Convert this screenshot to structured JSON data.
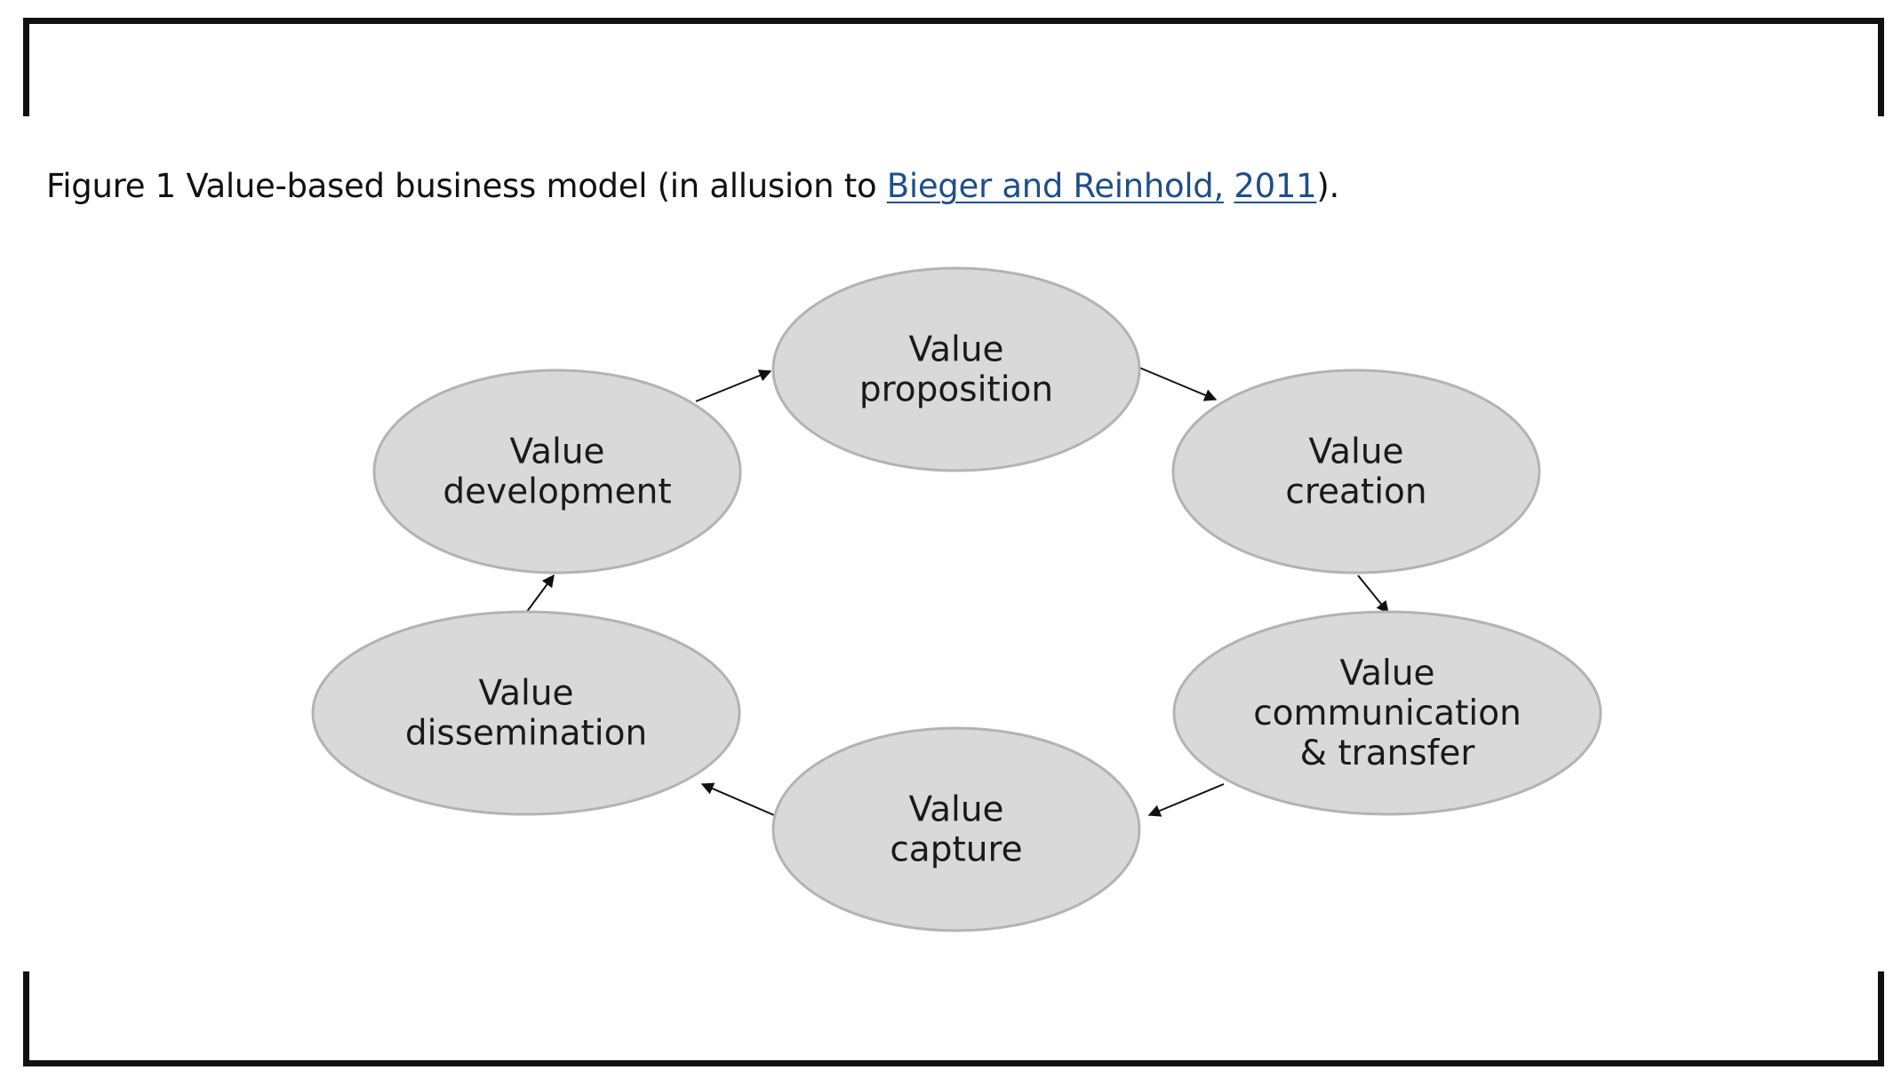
{
  "caption": {
    "prefix": "Figure 1 Value-based business model (in allusion to ",
    "cite_authors": "Bieger and Reinhold,",
    "cite_space": " ",
    "cite_year": "2011",
    "suffix": ")."
  },
  "diagram": {
    "nodes": [
      {
        "id": "proposition",
        "lines": [
          "Value",
          "proposition"
        ]
      },
      {
        "id": "creation",
        "lines": [
          "Value",
          "creation"
        ]
      },
      {
        "id": "communication",
        "lines": [
          "Value",
          "communication",
          "& transfer"
        ]
      },
      {
        "id": "capture",
        "lines": [
          "Value",
          "capture"
        ]
      },
      {
        "id": "dissemination",
        "lines": [
          "Value",
          "dissemination"
        ]
      },
      {
        "id": "development",
        "lines": [
          "Value",
          "development"
        ]
      }
    ],
    "edges": [
      {
        "from": "proposition",
        "to": "creation"
      },
      {
        "from": "creation",
        "to": "communication"
      },
      {
        "from": "communication",
        "to": "capture"
      },
      {
        "from": "capture",
        "to": "dissemination"
      },
      {
        "from": "dissemination",
        "to": "development"
      },
      {
        "from": "development",
        "to": "proposition"
      }
    ],
    "colors": {
      "node_fill": "#d9d9d9",
      "node_stroke": "#b3b3b3",
      "arrow": "#111111",
      "link": "#1f4f8a"
    }
  }
}
